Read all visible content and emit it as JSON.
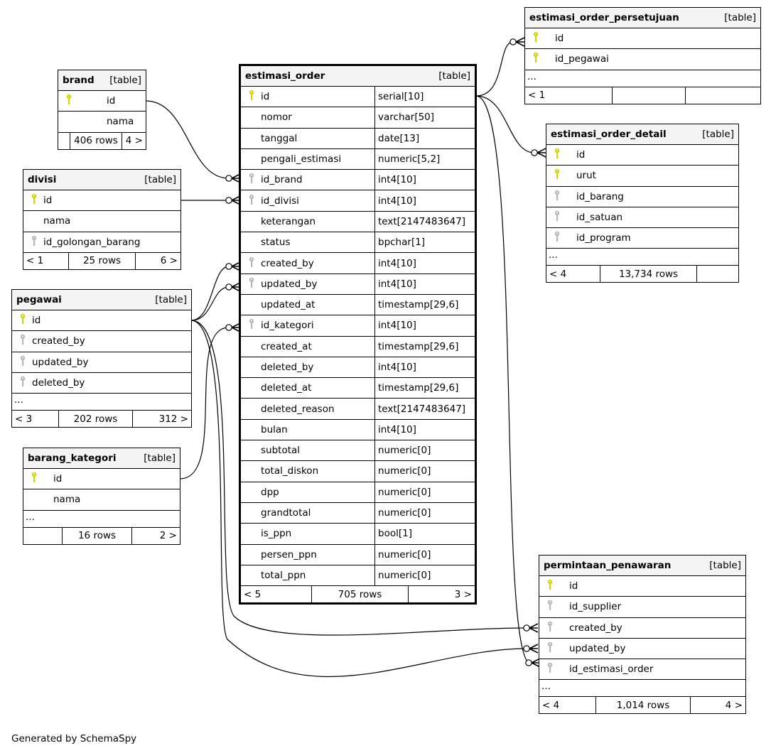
{
  "tables": {
    "brand": {
      "name": "brand",
      "kind": "[table]",
      "columns": [
        {
          "name": "id",
          "key": "pk"
        },
        {
          "name": "nama",
          "key": "none"
        }
      ],
      "ellipsis": false,
      "footer": [
        "",
        "406 rows",
        "4 >"
      ]
    },
    "divisi": {
      "name": "divisi",
      "kind": "[table]",
      "columns": [
        {
          "name": "id",
          "key": "pk"
        },
        {
          "name": "nama",
          "key": "none"
        },
        {
          "name": "id_golongan_barang",
          "key": "fk"
        }
      ],
      "ellipsis": false,
      "footer": [
        "< 1",
        "25 rows",
        "6 >"
      ]
    },
    "pegawai": {
      "name": "pegawai",
      "kind": "[table]",
      "columns": [
        {
          "name": "id",
          "key": "pk"
        },
        {
          "name": "created_by",
          "key": "fk"
        },
        {
          "name": "updated_by",
          "key": "fk"
        },
        {
          "name": "deleted_by",
          "key": "fk"
        }
      ],
      "ellipsis": true,
      "footer": [
        "< 3",
        "202 rows",
        "312 >"
      ]
    },
    "barang_kategori": {
      "name": "barang_kategori",
      "kind": "[table]",
      "columns": [
        {
          "name": "id",
          "key": "pk"
        },
        {
          "name": "nama",
          "key": "none"
        }
      ],
      "ellipsis": true,
      "footer": [
        "",
        "16 rows",
        "2 >"
      ]
    },
    "estimasi_order": {
      "name": "estimasi_order",
      "kind": "[table]",
      "columns": [
        {
          "name": "id",
          "key": "pk",
          "type": "serial[10]"
        },
        {
          "name": "nomor",
          "key": "none",
          "type": "varchar[50]"
        },
        {
          "name": "tanggal",
          "key": "none",
          "type": "date[13]"
        },
        {
          "name": "pengali_estimasi",
          "key": "none",
          "type": "numeric[5,2]"
        },
        {
          "name": "id_brand",
          "key": "fk",
          "type": "int4[10]"
        },
        {
          "name": "id_divisi",
          "key": "fk",
          "type": "int4[10]"
        },
        {
          "name": "keterangan",
          "key": "none",
          "type": "text[2147483647]"
        },
        {
          "name": "status",
          "key": "none",
          "type": "bpchar[1]"
        },
        {
          "name": "created_by",
          "key": "fk",
          "type": "int4[10]"
        },
        {
          "name": "updated_by",
          "key": "fk",
          "type": "int4[10]"
        },
        {
          "name": "updated_at",
          "key": "none",
          "type": "timestamp[29,6]"
        },
        {
          "name": "id_kategori",
          "key": "fk",
          "type": "int4[10]"
        },
        {
          "name": "created_at",
          "key": "none",
          "type": "timestamp[29,6]"
        },
        {
          "name": "deleted_by",
          "key": "none",
          "type": "int4[10]"
        },
        {
          "name": "deleted_at",
          "key": "none",
          "type": "timestamp[29,6]"
        },
        {
          "name": "deleted_reason",
          "key": "none",
          "type": "text[2147483647]"
        },
        {
          "name": "bulan",
          "key": "none",
          "type": "int4[10]"
        },
        {
          "name": "subtotal",
          "key": "none",
          "type": "numeric[0]"
        },
        {
          "name": "total_diskon",
          "key": "none",
          "type": "numeric[0]"
        },
        {
          "name": "dpp",
          "key": "none",
          "type": "numeric[0]"
        },
        {
          "name": "grandtotal",
          "key": "none",
          "type": "numeric[0]"
        },
        {
          "name": "is_ppn",
          "key": "none",
          "type": "bool[1]"
        },
        {
          "name": "persen_ppn",
          "key": "none",
          "type": "numeric[0]"
        },
        {
          "name": "total_ppn",
          "key": "none",
          "type": "numeric[0]"
        }
      ],
      "ellipsis": false,
      "footer": [
        "< 5",
        "705 rows",
        "3 >"
      ]
    },
    "estimasi_order_persetujuan": {
      "name": "estimasi_order_persetujuan",
      "kind": "[table]",
      "columns": [
        {
          "name": "id",
          "key": "pk"
        },
        {
          "name": "id_pegawai",
          "key": "pk"
        }
      ],
      "ellipsis": true,
      "footer": [
        "< 1",
        "",
        ""
      ]
    },
    "estimasi_order_detail": {
      "name": "estimasi_order_detail",
      "kind": "[table]",
      "columns": [
        {
          "name": "id",
          "key": "pk"
        },
        {
          "name": "urut",
          "key": "pk"
        },
        {
          "name": "id_barang",
          "key": "fk"
        },
        {
          "name": "id_satuan",
          "key": "fk"
        },
        {
          "name": "id_program",
          "key": "fk"
        }
      ],
      "ellipsis": true,
      "footer": [
        "< 4",
        "13,734 rows",
        ""
      ]
    },
    "permintaan_penawaran": {
      "name": "permintaan_penawaran",
      "kind": "[table]",
      "columns": [
        {
          "name": "id",
          "key": "pk"
        },
        {
          "name": "id_supplier",
          "key": "fk"
        },
        {
          "name": "created_by",
          "key": "fk"
        },
        {
          "name": "updated_by",
          "key": "fk"
        },
        {
          "name": "id_estimasi_order",
          "key": "fk"
        }
      ],
      "ellipsis": true,
      "footer": [
        "< 4",
        "1,014 rows",
        "4 >"
      ]
    }
  },
  "ellipsis_text": "...",
  "credit": "Generated by SchemaSpy",
  "colors": {
    "pk_key": "#d4d400",
    "fk_key": "#b8b8b8",
    "header_bg": "#f4f4f4"
  }
}
